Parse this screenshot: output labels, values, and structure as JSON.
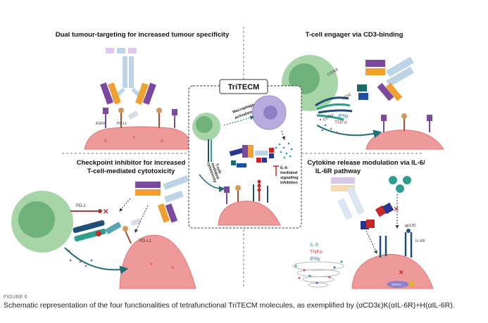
{
  "panels": {
    "top_left_title": "Dual tumour-targeting for increased tumour specificity",
    "top_right_title": "T-cell engager via CD3-binding",
    "bottom_left_title_1": "Checkpoint inhibitor for increased",
    "bottom_left_title_2": "T-cell-mediated cytotoxicity",
    "bottom_right_title_1": "Cytokine release modulation via IL-6/",
    "bottom_right_title_2": "IL-6R pathway",
    "center_title": "TriTECM"
  },
  "labels": {
    "egfr": "EGFR",
    "pdl1_top": "PD-L1",
    "cd3e_d": "CD3εδ",
    "cd3z": "CD3ζ",
    "cd3e_g": "CD3εγ",
    "ifng": "IFNγ",
    "tnfa": "TNFα",
    "macrophage_1": "Macrophage",
    "macrophage_2": "activation",
    "tcell_mediated_1": "T-cell-",
    "tcell_mediated_2": "mediated",
    "tcell_mediated_3": "cytotoxicity",
    "il6_mediated_1": "IL-6-",
    "il6_mediated_2": "mediated",
    "il6_mediated_3": "signalling",
    "il6_mediated_4": "inhibition",
    "pd1": "PD-1",
    "pdl1_bottom": "PD-L1",
    "legend_il6": "IL-6",
    "legend_tnfa": "TNFα",
    "legend_ifng": "IFNγ",
    "gp130": "gp130",
    "il6r": "IL-6R",
    "stat3": "STAT3"
  },
  "colors": {
    "tcell": "#7fbf8a",
    "tcell_nucleus": "#5aa36a",
    "tumour": "#ef9a9a",
    "tumour_edge": "#e57373",
    "macrophage": "#b0a4e0",
    "ab_purple": "#7b4a9e",
    "ab_orange": "#f0a030",
    "ab_lightblue": "#bcd4e6",
    "ab_red": "#c62828",
    "ab_blue": "#283593",
    "receptor_blue": "#1f4e79",
    "il6_teal": "#2e9e8e",
    "tnfa_red": "#d9534f",
    "ifng_blue": "#3a6fb0",
    "arrow_teal": "#1f6f78"
  },
  "caption": {
    "label": "FIGURE 6",
    "text": "Schematic representation of the four functionalities of tetrafunctional TriTECM molecules, as exemplified by (αCD3ε)K(αIL-6R)+H(αIL-6R)."
  }
}
